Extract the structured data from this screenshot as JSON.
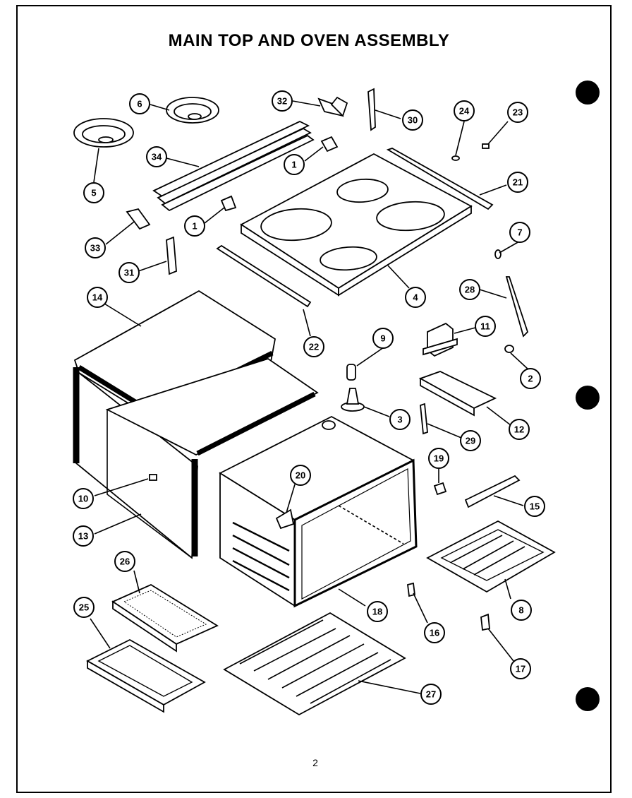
{
  "title": "MAIN TOP AND OVEN ASSEMBLY",
  "page_number": "2",
  "callouts": [
    {
      "id": "c1a",
      "label": "1"
    },
    {
      "id": "c1b",
      "label": "1"
    },
    {
      "id": "c2",
      "label": "2"
    },
    {
      "id": "c3",
      "label": "3"
    },
    {
      "id": "c4",
      "label": "4"
    },
    {
      "id": "c5",
      "label": "5"
    },
    {
      "id": "c6",
      "label": "6"
    },
    {
      "id": "c7",
      "label": "7"
    },
    {
      "id": "c8",
      "label": "8"
    },
    {
      "id": "c9",
      "label": "9"
    },
    {
      "id": "c10",
      "label": "10"
    },
    {
      "id": "c11",
      "label": "11"
    },
    {
      "id": "c12",
      "label": "12"
    },
    {
      "id": "c13",
      "label": "13"
    },
    {
      "id": "c14",
      "label": "14"
    },
    {
      "id": "c15",
      "label": "15"
    },
    {
      "id": "c16",
      "label": "16"
    },
    {
      "id": "c17",
      "label": "17"
    },
    {
      "id": "c18",
      "label": "18"
    },
    {
      "id": "c19",
      "label": "19"
    },
    {
      "id": "c20",
      "label": "20"
    },
    {
      "id": "c21",
      "label": "21"
    },
    {
      "id": "c22",
      "label": "22"
    },
    {
      "id": "c23",
      "label": "23"
    },
    {
      "id": "c24",
      "label": "24"
    },
    {
      "id": "c25",
      "label": "25"
    },
    {
      "id": "c26",
      "label": "26"
    },
    {
      "id": "c27",
      "label": "27"
    },
    {
      "id": "c28",
      "label": "28"
    },
    {
      "id": "c29",
      "label": "29"
    },
    {
      "id": "c30",
      "label": "30"
    },
    {
      "id": "c31",
      "label": "31"
    },
    {
      "id": "c32",
      "label": "32"
    },
    {
      "id": "c33",
      "label": "33"
    },
    {
      "id": "c34",
      "label": "34"
    }
  ]
}
